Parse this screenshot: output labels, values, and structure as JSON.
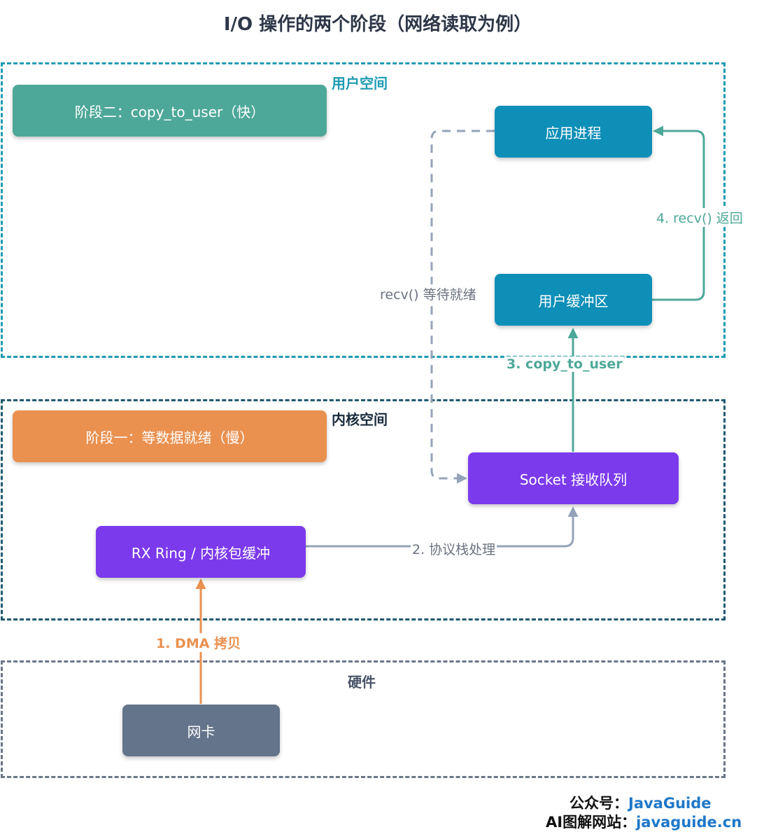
{
  "title": "I/O 操作的两个阶段（网络读取为例）",
  "regions": {
    "user": "用户空间",
    "kernel": "内核空间",
    "hardware": "硬件"
  },
  "nodes": {
    "phase2": "阶段二：copy_to_user（快）",
    "phase1": "阶段一：等数据就绪（慢）",
    "app_process": "应用进程",
    "user_buffer": "用户缓冲区",
    "socket_queue": "Socket 接收队列",
    "rx_ring": "RX Ring / 内核包缓冲",
    "nic": "网卡"
  },
  "edges": {
    "dma": "1. DMA 拷贝",
    "protocol": "2. 协议栈处理",
    "copy": "3. copy_to_user",
    "recv_return": "4. recv() 返回",
    "recv_wait": "recv() 等待就绪"
  },
  "footer": {
    "account_label": "公众号：",
    "account_name": "JavaGuide",
    "site_label": "AI图解网站：",
    "site_url": "javaguide.cn"
  },
  "colors": {
    "user_border": "#1d9bb3",
    "kernel_border": "#1e5a70",
    "hardware_border": "#6b7689",
    "teal_box": "#4ea899",
    "orange_box": "#ea9150",
    "blue_box": "#0e8fb8",
    "purple_box": "#7c3aed",
    "gray_box": "#64748b",
    "orange_arrow": "#ea9150",
    "teal_arrow": "#4ea899",
    "gray_arrow": "#94a3b8"
  }
}
